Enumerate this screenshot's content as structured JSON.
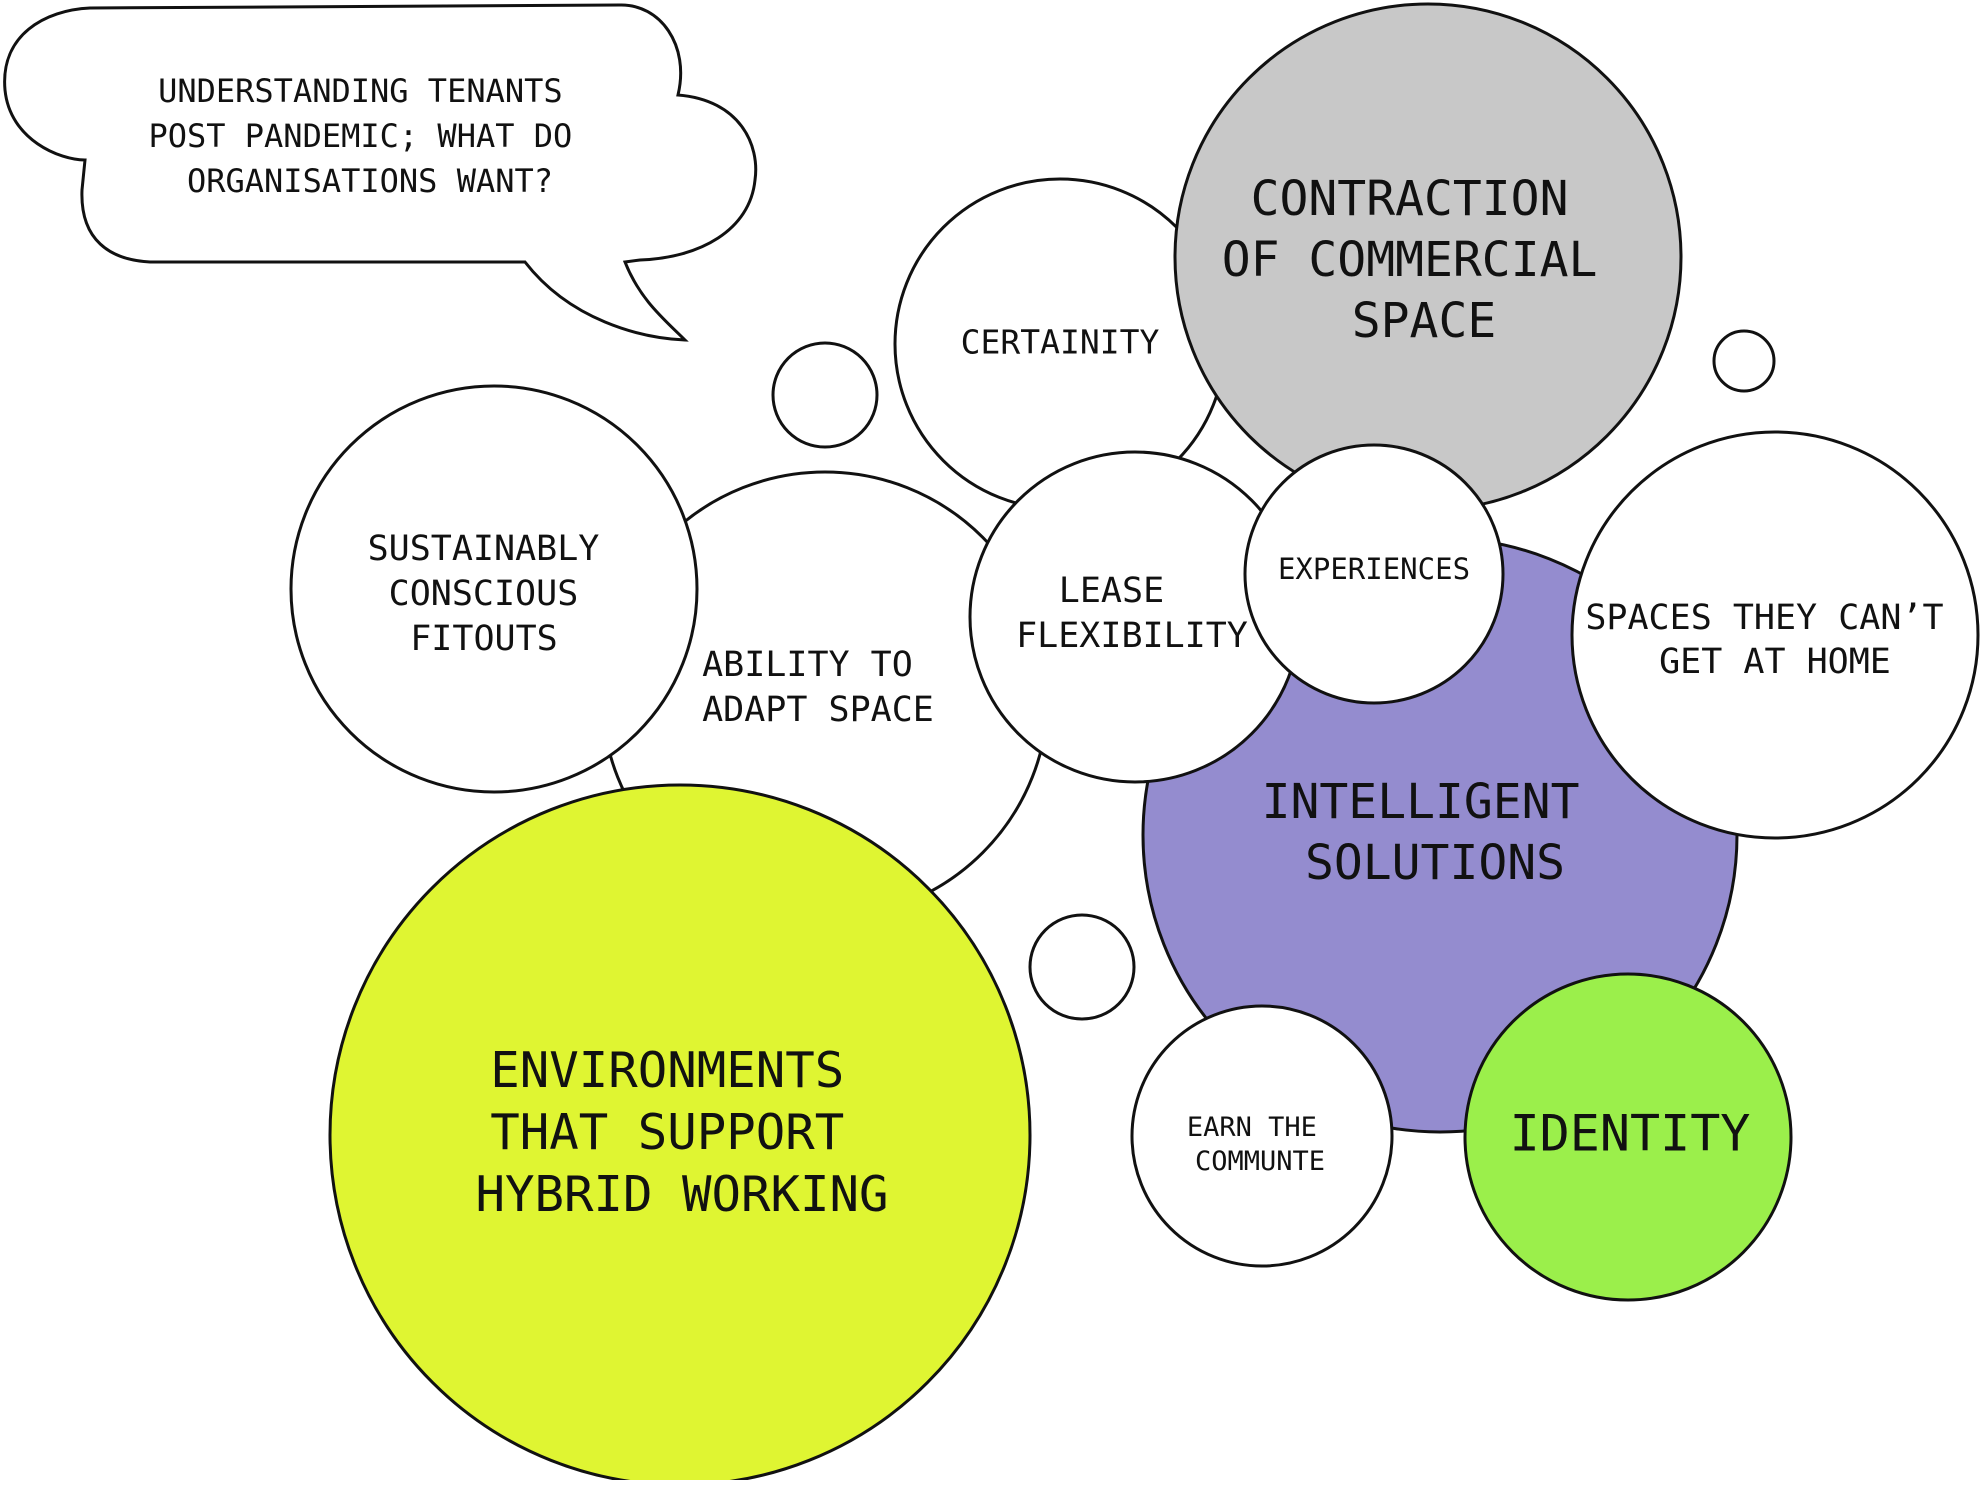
{
  "title": "",
  "speech_bubble": {
    "lines": [
      "UNDERSTANDING TENANTS",
      "POST PANDEMIC; WHAT DO",
      "ORGANISATIONS WANT?"
    ]
  },
  "bubbles": {
    "hybrid": {
      "lines": [
        "ENVIRONMENTS",
        "THAT SUPPORT",
        "HYBRID WORKING"
      ],
      "fill": "#dff532"
    },
    "adapt": {
      "lines": [
        "ABILITY TO",
        "ADAPT SPACE"
      ],
      "fill": "#ffffff"
    },
    "sustainable": {
      "lines": [
        "SUSTAINABLY",
        "CONSCIOUS",
        "FITOUTS"
      ],
      "fill": "#ffffff"
    },
    "certainty": {
      "lines": [
        "CERTAINITY"
      ],
      "fill": "#ffffff"
    },
    "contraction": {
      "lines": [
        "CONTRACTION",
        "OF COMMERCIAL",
        "SPACE"
      ],
      "fill": "#c8c8c8"
    },
    "intelligent": {
      "lines": [
        "INTELLIGENT",
        "SOLUTIONS"
      ],
      "fill": "#948ccf"
    },
    "lease": {
      "lines": [
        "LEASE",
        "FLEXIBILITY"
      ],
      "fill": "#ffffff"
    },
    "experiences": {
      "lines": [
        "EXPERIENCES"
      ],
      "fill": "#ffffff"
    },
    "home": {
      "lines": [
        "SPACES THEY CAN’T",
        "GET AT HOME"
      ],
      "fill": "#ffffff"
    },
    "commute": {
      "lines": [
        "EARN THE",
        "COMMUNTE"
      ],
      "fill": "#ffffff"
    },
    "identity": {
      "lines": [
        "IDENTITY"
      ],
      "fill": "#9bef4b"
    }
  },
  "colors": {
    "stroke": "#111111",
    "text": "#111111",
    "background": "#ffffff"
  }
}
